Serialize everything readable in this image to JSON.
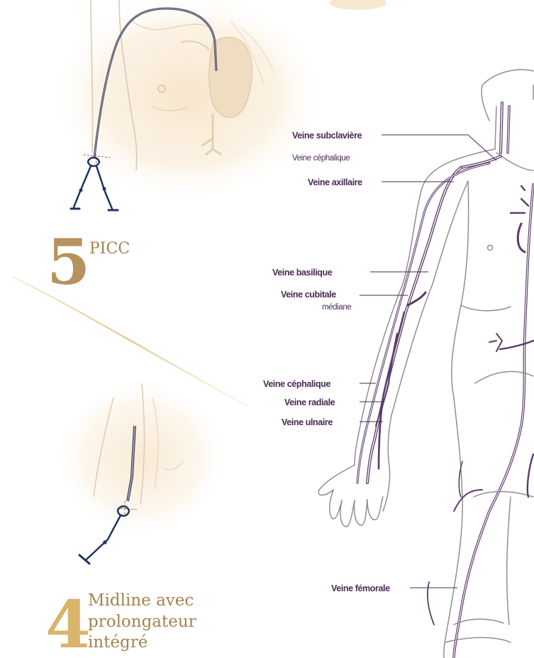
{
  "sections": [
    {
      "number": "5",
      "title_lines": [
        "PICC"
      ]
    },
    {
      "number": "4",
      "title_lines": [
        "Midline avec",
        "prolongateur",
        "intégré"
      ]
    }
  ],
  "vein_labels": [
    "Veine subclavière",
    "Veine céphalique",
    "Veine axillaire",
    "Veine basilique",
    "Veine cubitale",
    "médiane",
    "Veine céphalique",
    "Veine radiale",
    "Veine ulnaire",
    "Veine fémorale"
  ],
  "colors": {
    "number_gold": "#b7925e",
    "title_gold": "#a8814f",
    "label_purple": "#4a2a52",
    "vein_purple": "#5b3c6a",
    "catheter_navy": "#1f3461",
    "body_outline": "#8a8a8a",
    "skin_tint": "#f6e3c8"
  },
  "icons": [
    "picc-catheter-icon",
    "midline-catheter-icon",
    "body-vein-diagram"
  ]
}
